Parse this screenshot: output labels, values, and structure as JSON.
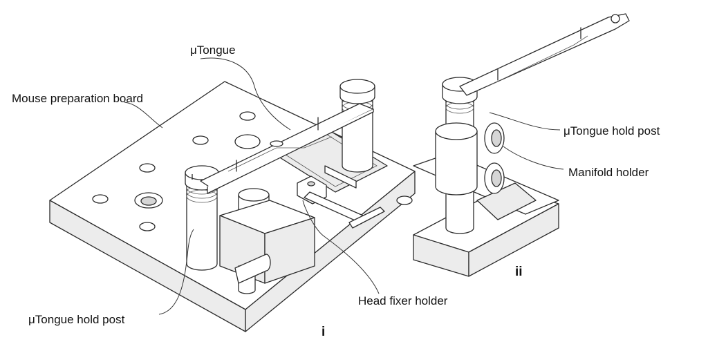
{
  "figure": {
    "labels": {
      "utongue_top": "μTongue",
      "mouse_board": "Mouse preparation board",
      "utongue_hold_post_left": "μTongue hold post",
      "head_fixer_holder": "Head fixer holder",
      "utongue_hold_post_right": "μTongue hold post",
      "manifold_holder": "Manifold holder"
    },
    "panels": {
      "i": "i",
      "ii": "ii"
    }
  }
}
